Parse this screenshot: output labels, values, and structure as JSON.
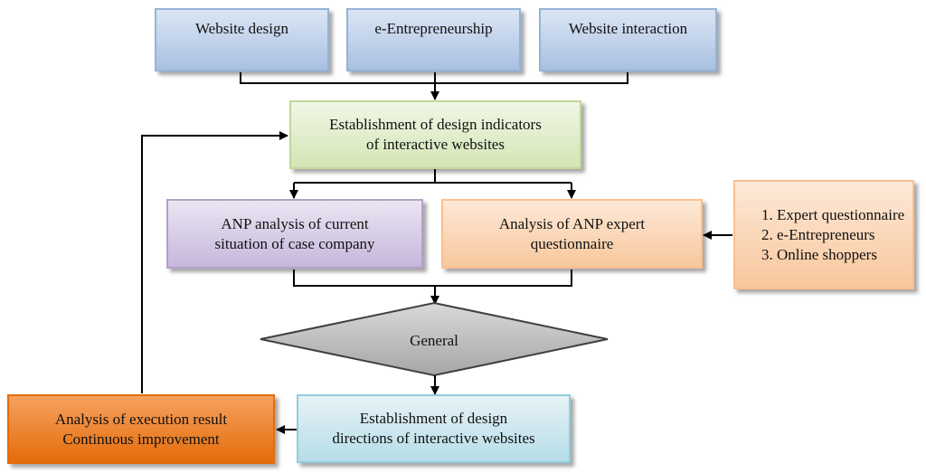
{
  "nodes": {
    "website_design": "Website design",
    "e_entrepreneurship": "e-Entrepreneurship",
    "website_interaction": "Website interaction",
    "establish_indicators_line1": "Establishment of design indicators",
    "establish_indicators_line2": "of interactive websites",
    "anp_current_line1": "ANP analysis of current",
    "anp_current_line2": "situation of case company",
    "anp_expert_line1": "Analysis of ANP expert",
    "anp_expert_line2": "questionnaire",
    "inputs": [
      "Expert questionnaire",
      "e-Entrepreneurs",
      "Online shoppers"
    ],
    "general": "General",
    "establish_directions_line1": "Establishment of design",
    "establish_directions_line2": "directions of interactive websites",
    "execution_line1": "Analysis of execution result",
    "execution_line2": "Continuous improvement"
  },
  "colors": {
    "blue": "#a9c0e2",
    "green": "#d3e5b5",
    "purple": "#c6b7dc",
    "peach": "#f8c79c",
    "orange": "#e46c0a",
    "cyan": "#b6dde8",
    "diamond": "#a6a6a6"
  }
}
